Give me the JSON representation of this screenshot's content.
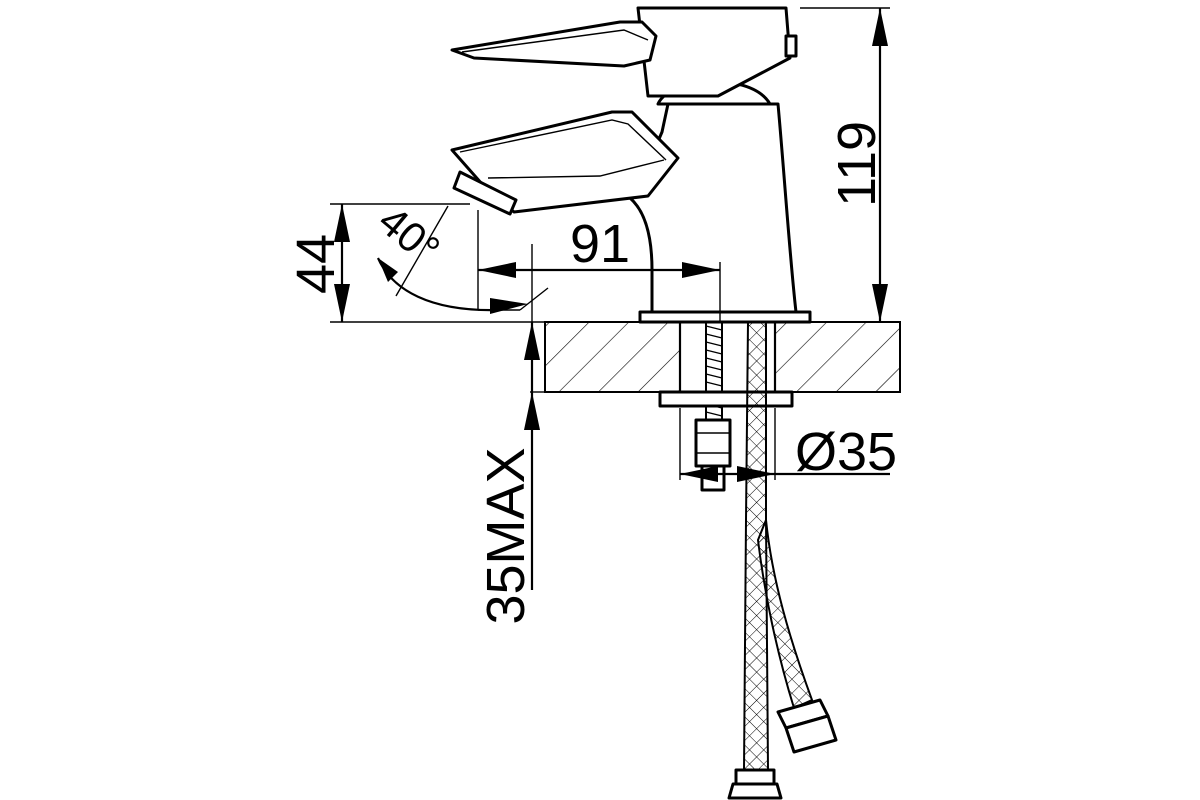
{
  "drawing": {
    "dimensions": {
      "height_total": "119",
      "spout_height": "44",
      "spout_reach": "91",
      "spout_angle": "40°",
      "hole_diameter": "Ø35",
      "max_thickness": "35MAX"
    }
  }
}
